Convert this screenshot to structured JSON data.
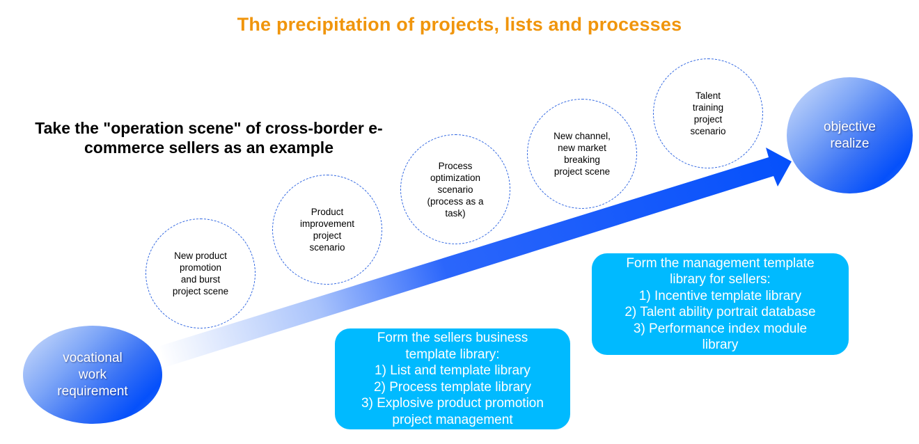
{
  "title": "The precipitation of projects, lists and processes",
  "subtitle": {
    "line1": "Take the \"operation scene\" of cross-border e-",
    "line2": "commerce sellers as an example"
  },
  "start": {
    "line1": "vocational",
    "line2": "work",
    "line3": "requirement"
  },
  "end": {
    "line1": "objective",
    "line2": "realize"
  },
  "scenes": [
    {
      "lines": [
        "New product",
        "promotion",
        "and burst",
        "project scene"
      ]
    },
    {
      "lines": [
        "Product",
        "improvement",
        "project",
        "scenario"
      ]
    },
    {
      "lines": [
        "Process",
        "optimization",
        "scenario",
        "(process as a",
        "task)"
      ]
    },
    {
      "lines": [
        "New channel,",
        "new market",
        "breaking",
        "project scene"
      ]
    },
    {
      "lines": [
        "Talent",
        "training",
        "project",
        "scenario"
      ]
    }
  ],
  "business_box": {
    "lines": [
      "Form the sellers business",
      "template library:",
      "1) List and template library",
      "2) Process template library",
      "3) Explosive product promotion",
      "project management"
    ]
  },
  "management_box": {
    "lines": [
      "Form the management template",
      "library for sellers:",
      "1) Incentive template library",
      "2) Talent ability portrait database",
      "3) Performance index module",
      "library"
    ]
  },
  "colors": {
    "title": "#F0950C",
    "arrow": "#0550FB",
    "box": "#00BAFF",
    "scene_border": "#2A62E0"
  }
}
